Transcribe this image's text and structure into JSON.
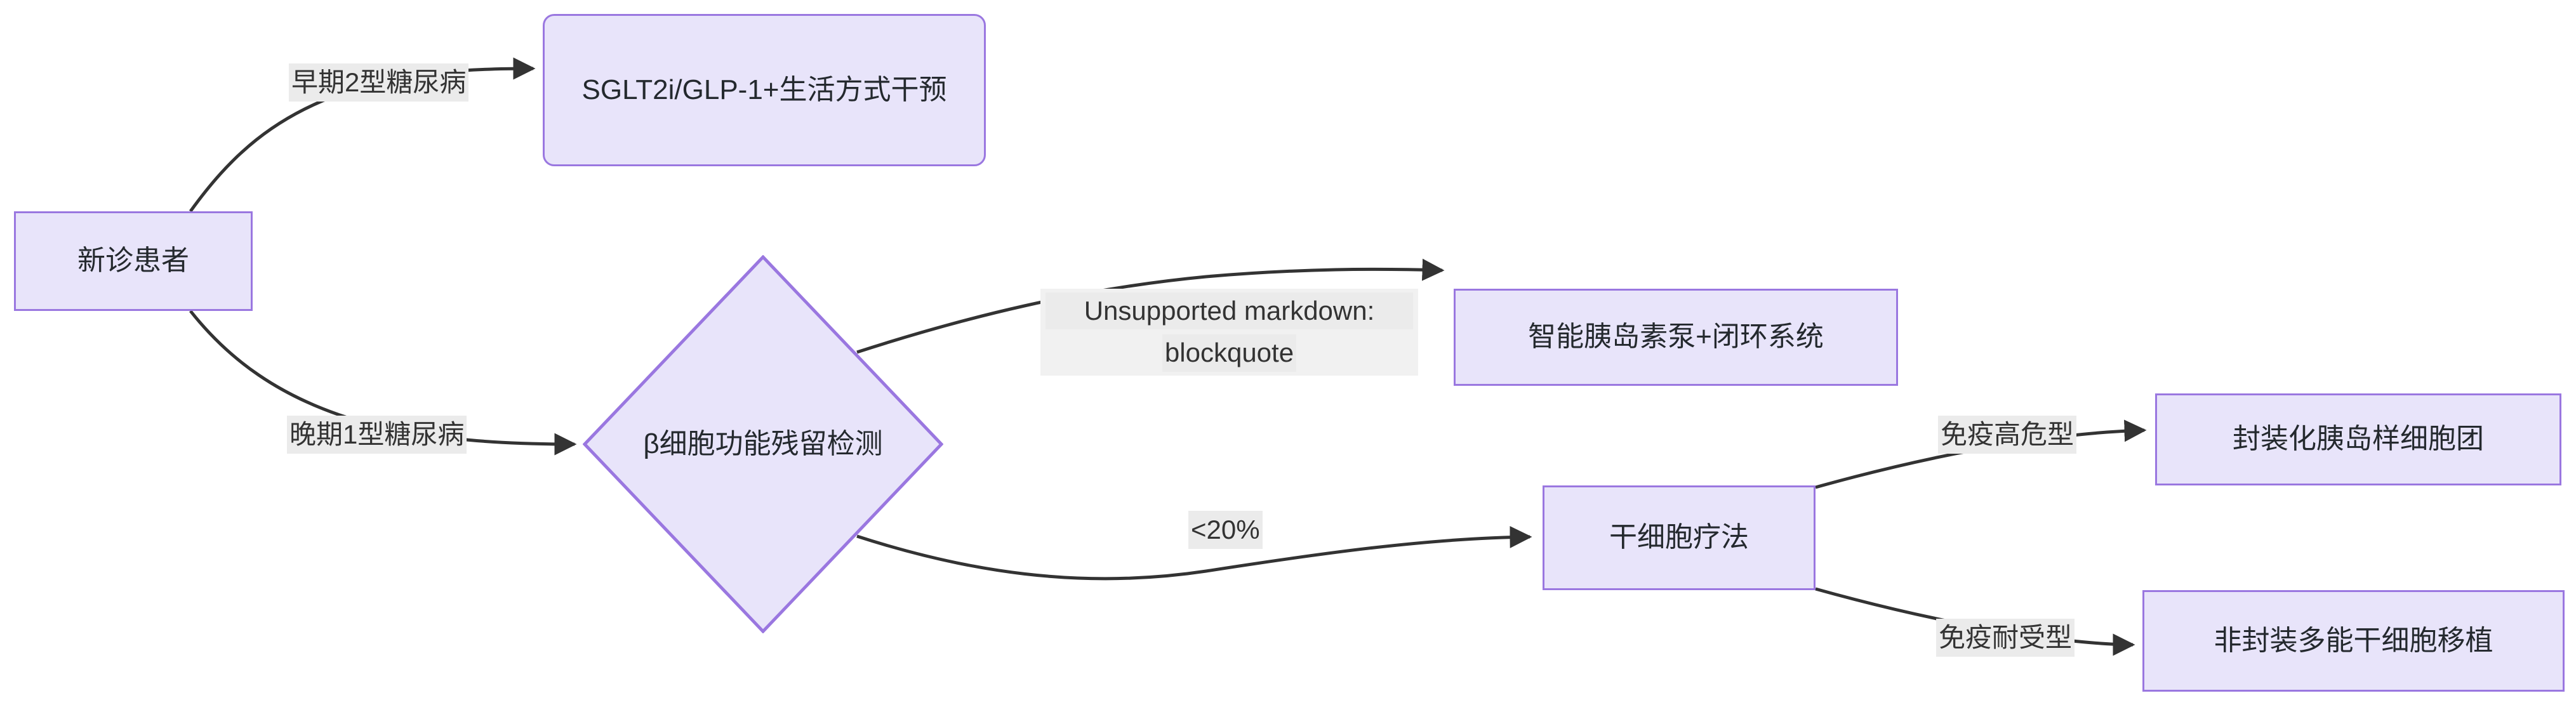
{
  "diagram": {
    "type": "flowchart",
    "direction": "left-to-right",
    "theme": {
      "node_fill": "#e8e4fa",
      "node_border": "#9a77e0",
      "node_text": "#24292e",
      "edge_stroke": "#333333",
      "edge_label_bg": "#ebebeb",
      "background": "#ffffff"
    },
    "nodes": [
      {
        "id": "n_new_patient",
        "label": "新诊患者",
        "shape": "rect"
      },
      {
        "id": "n_sglt2i",
        "label": "SGLT2i/GLP-1+生活方式干预",
        "shape": "rounded-rect"
      },
      {
        "id": "n_beta_test",
        "label": "β细胞功能残留检测",
        "shape": "diamond"
      },
      {
        "id": "n_pump",
        "label": "智能胰岛素泵+闭环系统",
        "shape": "rect"
      },
      {
        "id": "n_stem_cell",
        "label": "干细胞疗法",
        "shape": "rect"
      },
      {
        "id": "n_encapsulated",
        "label": "封装化胰岛样细胞团",
        "shape": "rect"
      },
      {
        "id": "n_unencapsulated",
        "label": "非封装多能干细胞移植",
        "shape": "rect"
      }
    ],
    "edges": [
      {
        "from": "n_new_patient",
        "to": "n_sglt2i",
        "label": "早期2型糖尿病"
      },
      {
        "from": "n_new_patient",
        "to": "n_beta_test",
        "label": "晚期1型糖尿病"
      },
      {
        "from": "n_beta_test",
        "to": "n_pump",
        "label": "Unsupported markdown: blockquote",
        "label_lines": [
          "Unsupported markdown:",
          "blockquote"
        ]
      },
      {
        "from": "n_beta_test",
        "to": "n_stem_cell",
        "label": "<20%"
      },
      {
        "from": "n_stem_cell",
        "to": "n_encapsulated",
        "label": "免疫高危型"
      },
      {
        "from": "n_stem_cell",
        "to": "n_unencapsulated",
        "label": "免疫耐受型"
      }
    ]
  }
}
